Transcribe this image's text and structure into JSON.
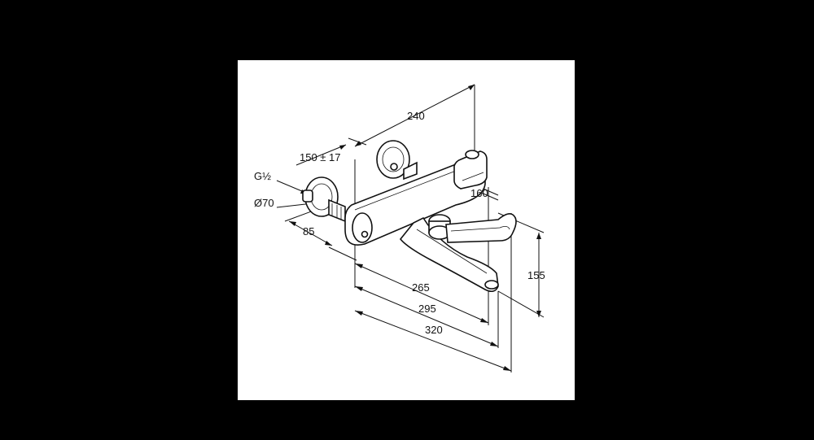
{
  "colors": {
    "background": "#000000",
    "sheet": "#ffffff",
    "ink": "#111111"
  },
  "dimensions": {
    "width_240": "240",
    "range_150_17": "150 ± 17",
    "thread_g": "G½",
    "diameter_70": "Ø70",
    "depth_85": "85",
    "spout_160": "160",
    "height_155": "155",
    "reach_265": "265",
    "reach_295": "295",
    "reach_320": "320"
  }
}
